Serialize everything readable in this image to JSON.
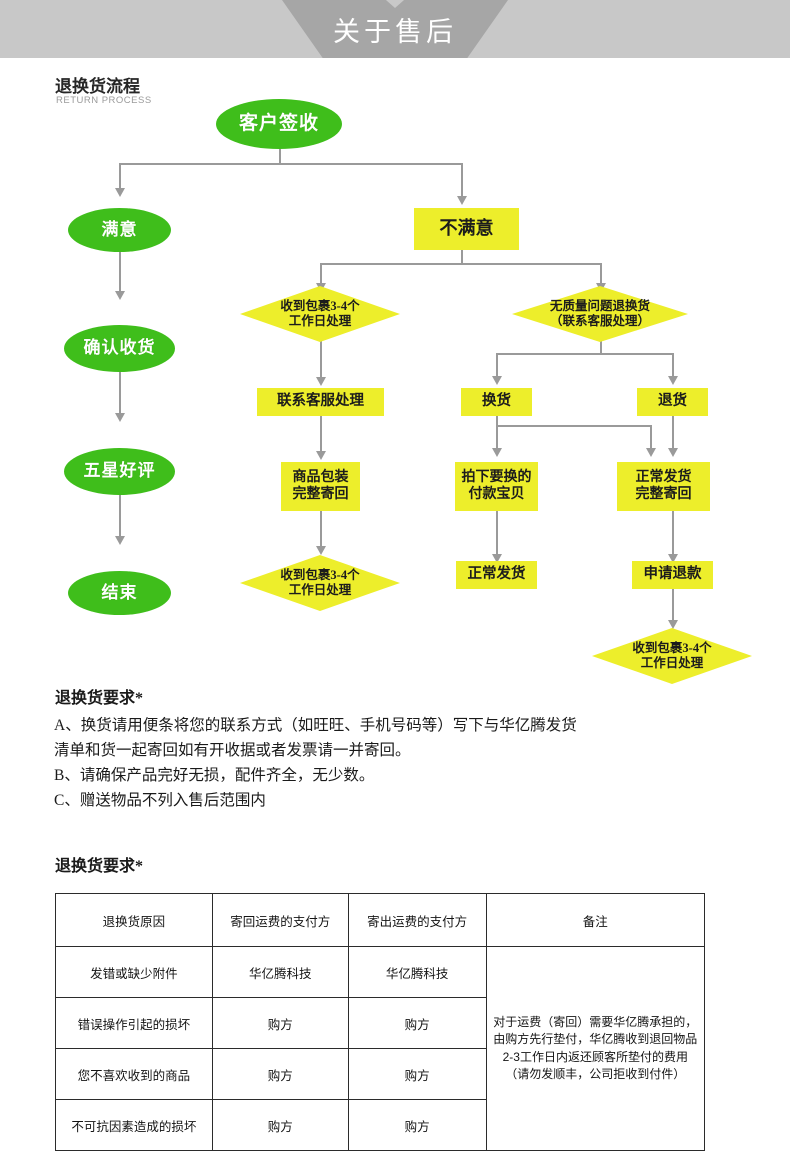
{
  "banner": {
    "title": "关于售后"
  },
  "process_section": {
    "title": "退换货流程",
    "subtitle": "RETURN PROCESS"
  },
  "colors": {
    "banner_bg": "#c8c8c8",
    "banner_chevron": "#a6a6a6",
    "green_node": "#3fbe1b",
    "yellow_node": "#edee2b",
    "connector": "#9a9a9a"
  },
  "flowchart": {
    "type": "flowchart",
    "nodes": {
      "start": "客户签收",
      "satisfied": "满意",
      "confirm_receipt": "确认收货",
      "five_star": "五星好评",
      "end": "结束",
      "not_satisfied": "不满意",
      "received_package_left": "收到包裹3-4个\n工作日处理",
      "no_quality_issue": "无质量问题退换货\n（联系客服处理）",
      "contact_service": "联系客服处理",
      "exchange": "换货",
      "return": "退货",
      "package_complete_return": "商品包装\n完整寄回",
      "pay_new_item": "拍下要换的\n付款宝贝",
      "normal_ship_complete_return": "正常发货\n完整寄回",
      "received_package_bottom_left": "收到包裹3-4个\n工作日处理",
      "normal_shipping": "正常发货",
      "apply_refund": "申请退款",
      "received_package_bottom_right": "收到包裹3-4个\n工作日处理"
    }
  },
  "requirements": {
    "heading": "退换货要求*",
    "items": [
      "A、换货请用便条将您的联系方式（如旺旺、手机号码等）写下与华亿腾发货",
      "清单和货一起寄回如有开收据或者发票请一并寄回。",
      "B、请确保产品完好无损，配件齐全，无少数。",
      "C、赠送物品不列入售后范围内"
    ]
  },
  "table_section": {
    "heading": "退换货要求*",
    "columns": [
      "退换货原因",
      "寄回运费的支付方",
      "寄出运费的支付方",
      "备注"
    ],
    "rows": [
      {
        "reason": "发错或缺少附件",
        "return_payer": "华亿腾科技",
        "ship_payer": "华亿腾科技"
      },
      {
        "reason": "错误操作引起的损坏",
        "return_payer": "购方",
        "ship_payer": "购方"
      },
      {
        "reason": "您不喜欢收到的商品",
        "return_payer": "购方",
        "ship_payer": "购方"
      },
      {
        "reason": "不可抗因素造成的损坏",
        "return_payer": "购方",
        "ship_payer": "购方"
      }
    ],
    "note": "对于运费（寄回）需要华亿腾承担的，由购方先行垫付，华亿腾收到退回物品2-3工作日内返还顾客所垫付的费用（请勿发顺丰，公司拒收到付件）"
  }
}
